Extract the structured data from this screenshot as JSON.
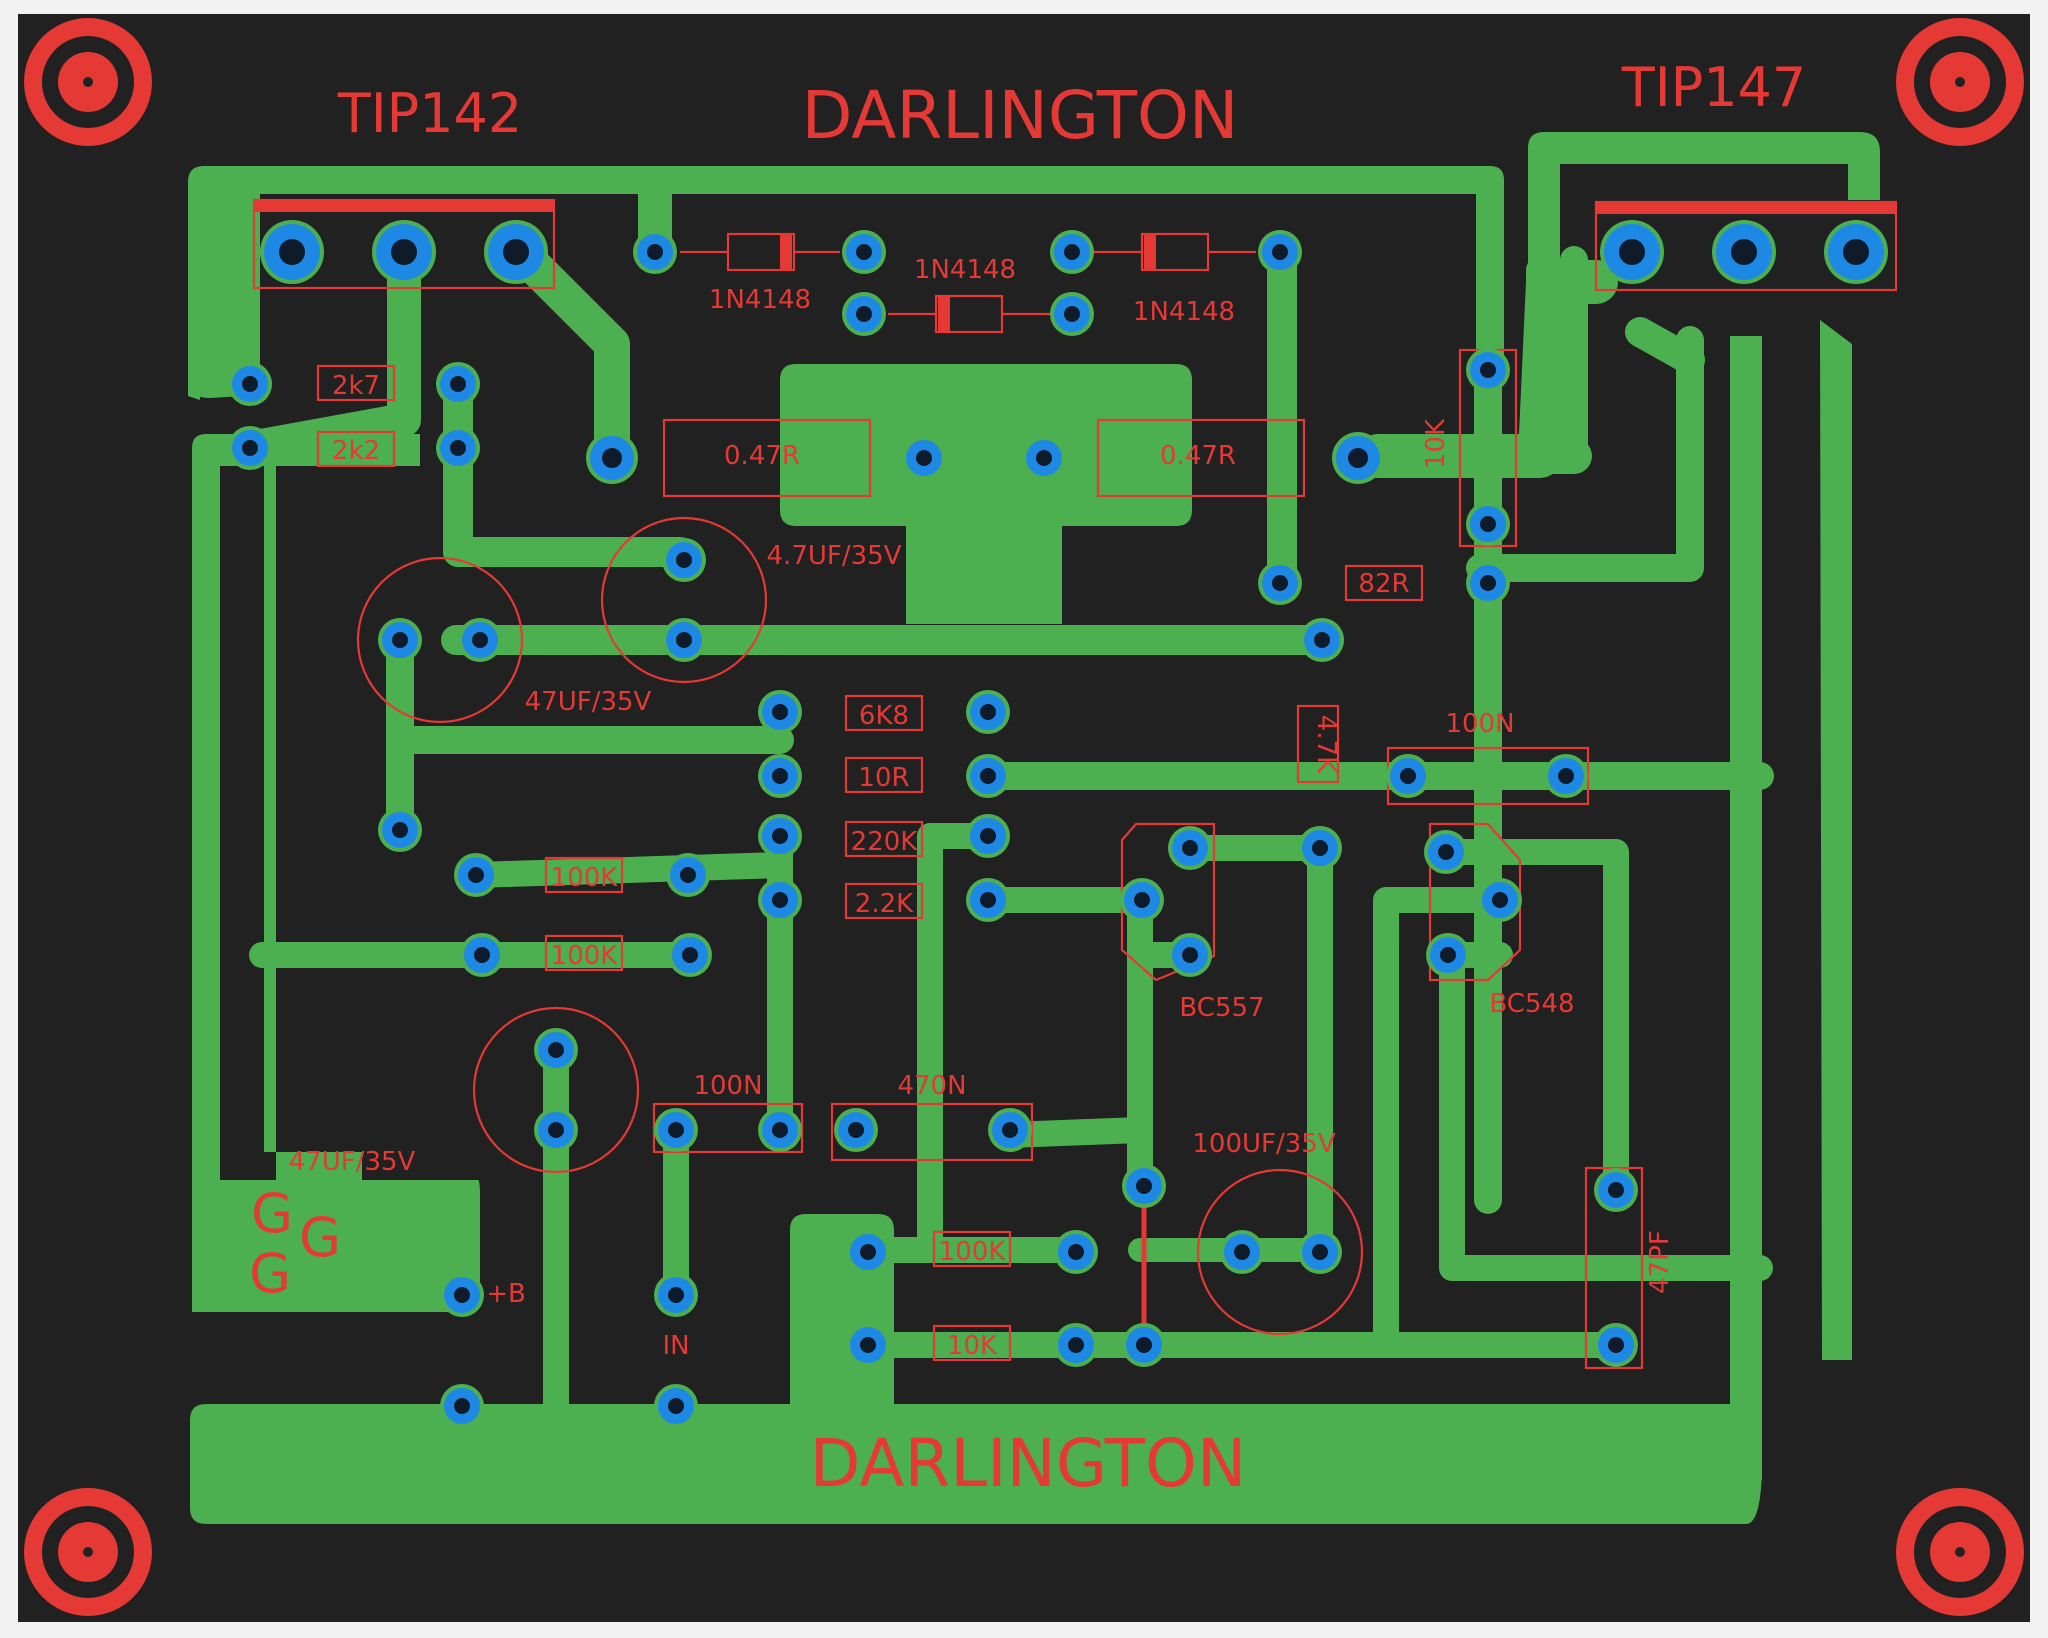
{
  "colors": {
    "board": "#212121",
    "copper": "#4caf50",
    "silkscreen": "#e53935",
    "pad": "#1e88e5",
    "drill": "#0d1b2a",
    "frame": "#f2f2f2"
  },
  "titles": {
    "top": "DARLINGTON",
    "bottom": "DARLINGTON"
  },
  "components": {
    "q_tip142": "TIP142",
    "q_tip147": "TIP147",
    "d1": "1N4148",
    "d2": "1N4148",
    "d3": "1N4148",
    "r_2k7": "2k7",
    "r_2k2": "2k2",
    "r_047_left": "0.47R",
    "r_047_right": "0.47R",
    "r_10k_vert": "10K",
    "r_82r": "82R",
    "c_47uf_a": "4.7UF/35V",
    "c_47uf_b": "47UF/35V",
    "c_47uf_c": "47UF/35V",
    "r_6k8": "6K8",
    "r_10r": "10R",
    "r_220k": "220K",
    "r_22k": "2.2K",
    "r_47k": "4.7K",
    "c_100n_right": "100N",
    "r_100k_a": "100K",
    "r_100k_b": "100K",
    "c_100n_left": "100N",
    "c_470n": "470N",
    "q_bc557": "BC557",
    "q_bc548": "BC548",
    "c_100uf": "100UF/35V",
    "r_100k_c": "100K",
    "r_10k": "10K",
    "c_47pf": "47PF"
  },
  "connectors": {
    "plus_b": "+B",
    "input": "IN",
    "ground_1": "G",
    "ground_2": "G",
    "ground_3": "G"
  }
}
